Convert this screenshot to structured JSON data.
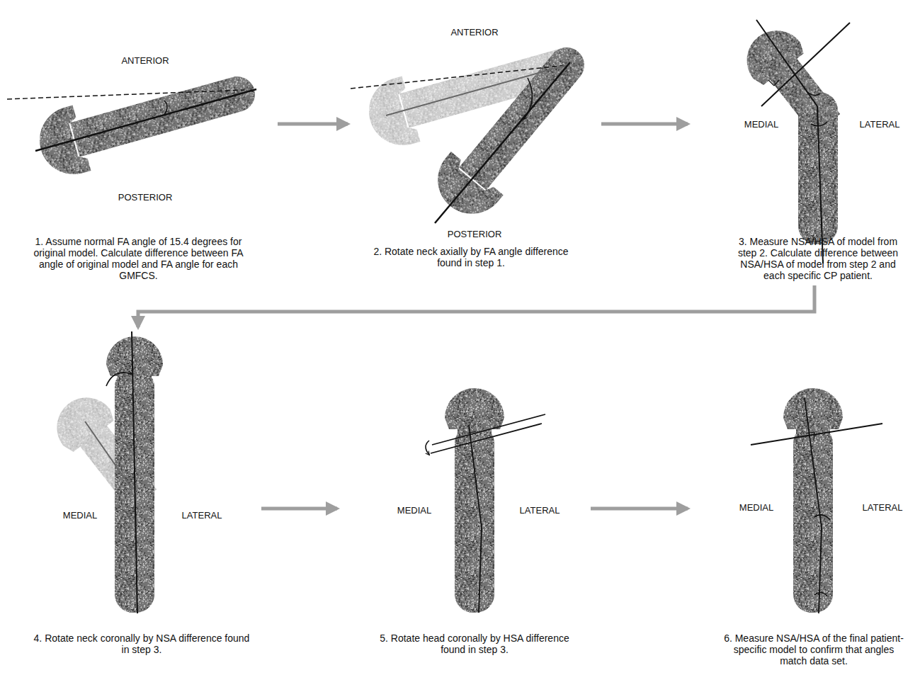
{
  "diagram": {
    "nodes": [
      {
        "text": [
          "1. Assume normal FA angle of 15.4 degrees for original model. Calculate difference between FA angle of original model and FA angle for each GMFCS."
        ]
      },
      {
        "text": [
          "2. Rotate neck axially by FA angle difference found in step 1."
        ]
      },
      {
        "text": [
          "3. Measure NSA/HSA of model from step 2. Calculate difference between NSA/HSA of model from step 2 and each specific CP patient."
        ]
      },
      {
        "text": [
          "4. Rotate neck coronally by NSA difference found in step 3."
        ]
      },
      {
        "text": [
          "5. Rotate head coronally by HSA difference found in step 3."
        ]
      },
      {
        "text": [
          "6. Measure NSA/HSA of the final patient-specific model to confirm that angles match data set."
        ]
      }
    ],
    "edges": [
      {
        "from": 0,
        "to": 1,
        "arrow": "to"
      },
      {
        "from": 1,
        "to": 2,
        "arrow": "to"
      },
      {
        "from": 2,
        "to": 3,
        "arrow": "to"
      },
      {
        "from": 3,
        "to": 4,
        "arrow": "to"
      },
      {
        "from": 4,
        "to": 5,
        "arrow": "to"
      }
    ],
    "labels": [
      "ANTERIOR",
      "POSTERIOR",
      "ANTERIOR",
      "POSTERIOR",
      "MEDIAL",
      "LATERAL",
      "MEDIAL",
      "LATERAL",
      "MEDIAL",
      "LATERAL",
      "MEDIAL",
      "LATERAL"
    ]
  }
}
